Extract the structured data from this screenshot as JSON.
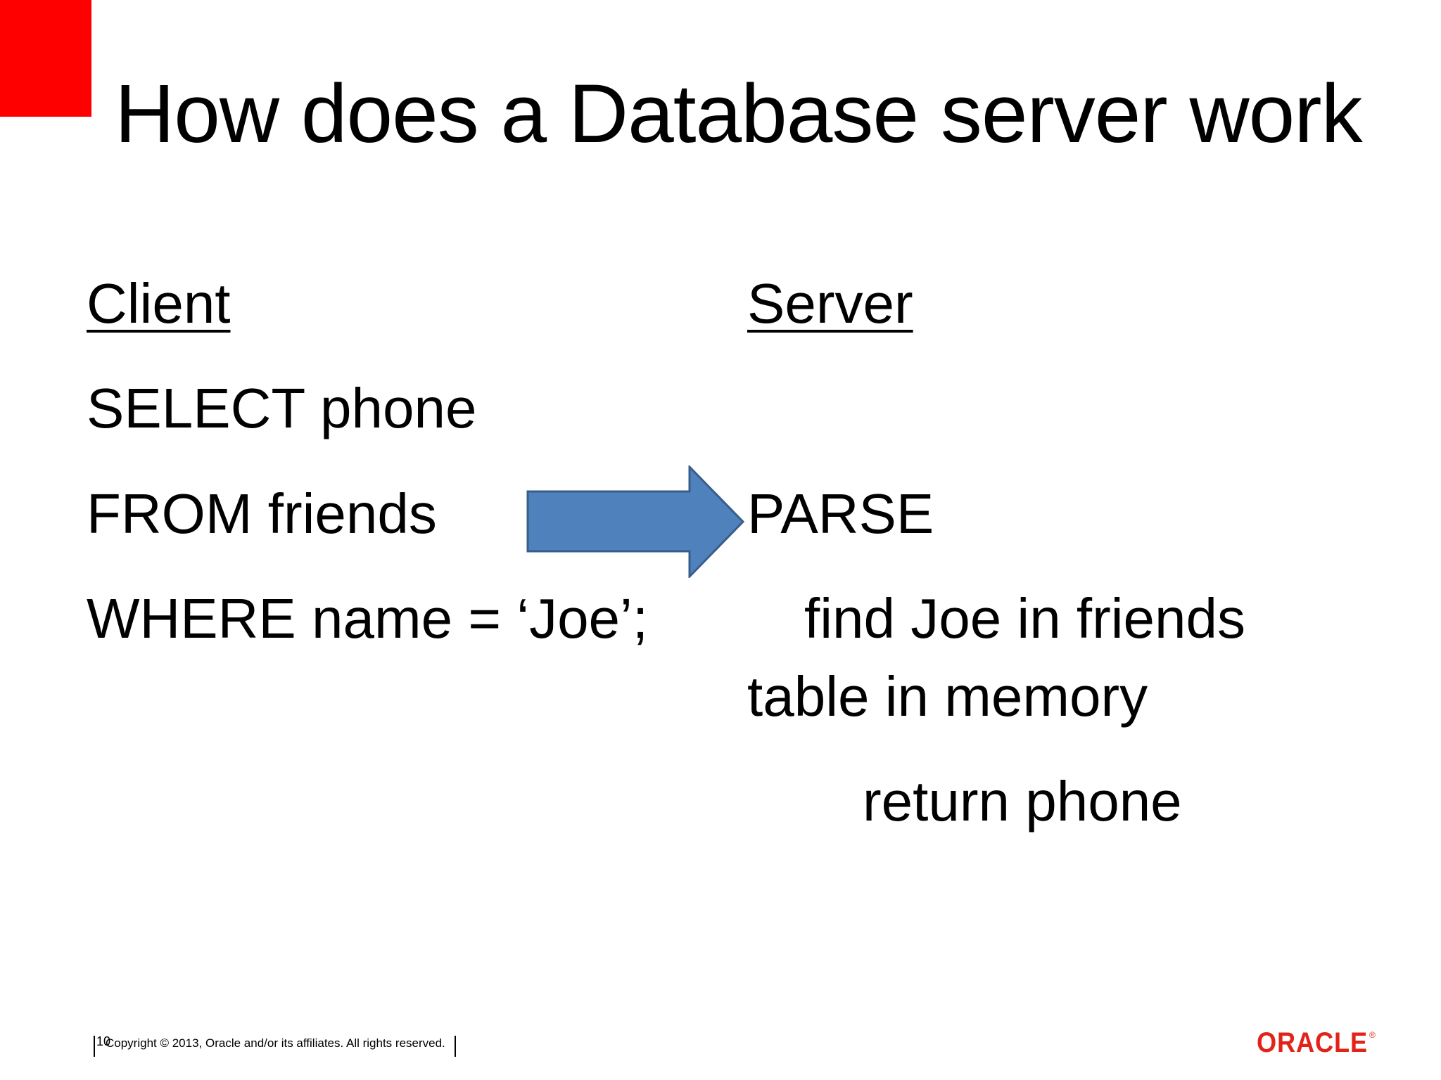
{
  "slide": {
    "title": "How does a Database server work",
    "accent_color": "#ff0000",
    "arrow_color": "#4f81bd",
    "arrow_border_color": "#385d8a"
  },
  "client": {
    "heading": "Client",
    "lines": [
      "SELECT phone",
      "FROM friends",
      "WHERE name = ‘Joe’;"
    ]
  },
  "server": {
    "heading": "Server",
    "lines": [
      "PARSE",
      "find Joe in friends",
      "table in memory",
      "return phone"
    ]
  },
  "footer": {
    "page_number": "10",
    "copyright": "Copyright © 2013, Oracle and/or its affiliates. All rights reserved.",
    "logo_text": "ORACLE",
    "logo_mark": "®"
  }
}
